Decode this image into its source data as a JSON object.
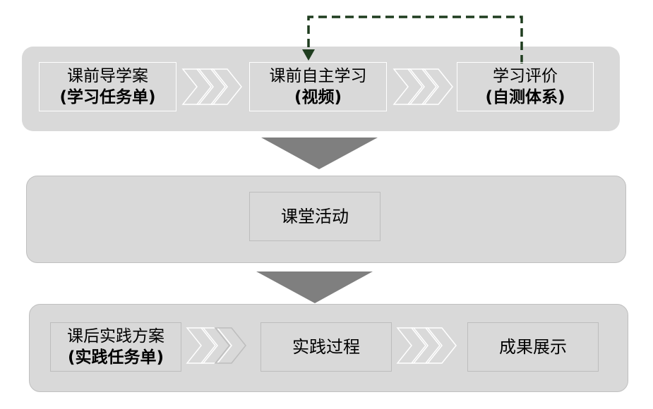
{
  "colors": {
    "panel_top": "#d9d9d9",
    "panel_lower": "#d9d9d9",
    "panel_border": "#bfbfbf",
    "arrow_down": "#7f7f7f",
    "feedback_arrow": "#1f3d1f",
    "chevron_light": "#ffffff",
    "chevron_gray": "#bdbdbd"
  },
  "stage1": {
    "box1": {
      "line1": "课前导学案",
      "line2": "(学习任务单)"
    },
    "box2": {
      "line1": "课前自主学习",
      "line2": "(视频)"
    },
    "box3": {
      "line1": "学习评价",
      "line2": "(自测体系)"
    }
  },
  "stage2": {
    "box1": {
      "label": "课堂活动"
    }
  },
  "stage3": {
    "box1": {
      "line1": "课后实践方案",
      "line2": "(实践任务单)"
    },
    "box2": {
      "label": "实践过程"
    },
    "box3": {
      "label": "成果展示"
    }
  }
}
